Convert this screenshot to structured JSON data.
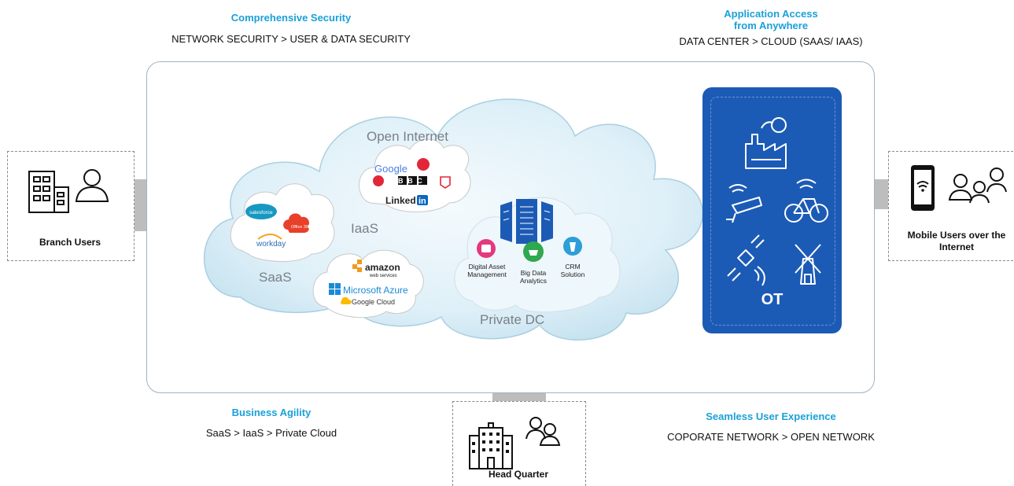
{
  "headings": {
    "top_left_title": "Comprehensive Security",
    "top_left_sub": "NETWORK SECURITY > USER & DATA SECURITY",
    "top_right_title_1": "Application Access",
    "top_right_title_2": "from Anywhere",
    "top_right_sub": "DATA CENTER > CLOUD (SAAS/ IAAS)",
    "bottom_left_title": "Business Agility",
    "bottom_left_sub": "SaaS > IaaS > Private Cloud",
    "bottom_right_title": "Seamless User Experience",
    "bottom_right_sub": "COPORATE NETWORK > OPEN NETWORK"
  },
  "sites": {
    "branch": "Branch Users",
    "hq": "Head Quarter",
    "mobile_1": "Mobile Users over the",
    "mobile_2": "Internet"
  },
  "cloud": {
    "open_internet": "Open Internet",
    "iaas": "IaaS",
    "saas": "SaaS",
    "private_dc": "Private DC",
    "logos": {
      "google": "Google",
      "bbc": "BBC",
      "linkedin": "Linked",
      "linkedin_in": "in",
      "salesforce": "salesforce",
      "office365": "Office 365",
      "workday": "workday",
      "amazon": "amazon",
      "aws": "web services",
      "azure": "Microsoft Azure",
      "gcloud": "Google Cloud"
    },
    "dc_apps": {
      "dam_1": "Digital Asset",
      "dam_2": "Management",
      "bda_1": "Big Data",
      "bda_2": "Analytics",
      "crm_1": "CRM",
      "crm_2": "Solution"
    }
  },
  "ot": {
    "label": "OT"
  },
  "colors": {
    "accent": "#1aa0d8",
    "ot_panel": "#1c5bb5",
    "frame": "#9fb3c2",
    "cloud": "#dff0f8"
  }
}
